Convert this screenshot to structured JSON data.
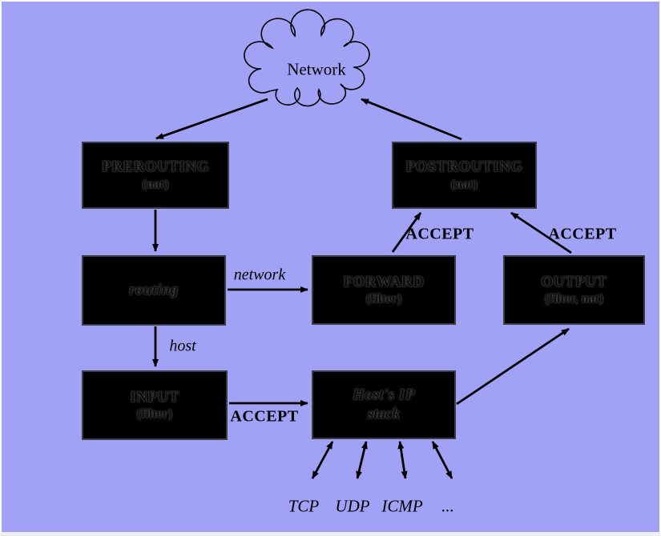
{
  "diagram_title": "netfilter packet flow",
  "colors": {
    "background": "#a1a1f6",
    "box_background": "#000000",
    "box_border": "#3c3c44",
    "box_text": "#0c0c0c",
    "box_text_glow": "#8a8a8a",
    "arrow": "#000000",
    "label_text": "#000000",
    "frame": "#fdfdfd"
  },
  "cloud": {
    "label": "Network"
  },
  "nodes": [
    {
      "id": "prerouting",
      "title": "PREROUTING",
      "subtitle": "(nat)"
    },
    {
      "id": "postrouting",
      "title": "POSTROUTING",
      "subtitle": "(nat)"
    },
    {
      "id": "routing",
      "title": "routing",
      "subtitle": ""
    },
    {
      "id": "forward",
      "title": "FORWARD",
      "subtitle": "(filter)"
    },
    {
      "id": "output",
      "title": "OUTPUT",
      "subtitle": "(filter, nat)"
    },
    {
      "id": "input",
      "title": "INPUT",
      "subtitle": "(filter)"
    },
    {
      "id": "hostip",
      "title": "Host's IP",
      "subtitle": "stack"
    }
  ],
  "edge_labels": {
    "network": "network",
    "host": "host",
    "accept_forward": "ACCEPT",
    "accept_output": "ACCEPT",
    "accept_input": "ACCEPT"
  },
  "protocols": [
    "TCP",
    "UDP",
    "ICMP",
    "..."
  ]
}
